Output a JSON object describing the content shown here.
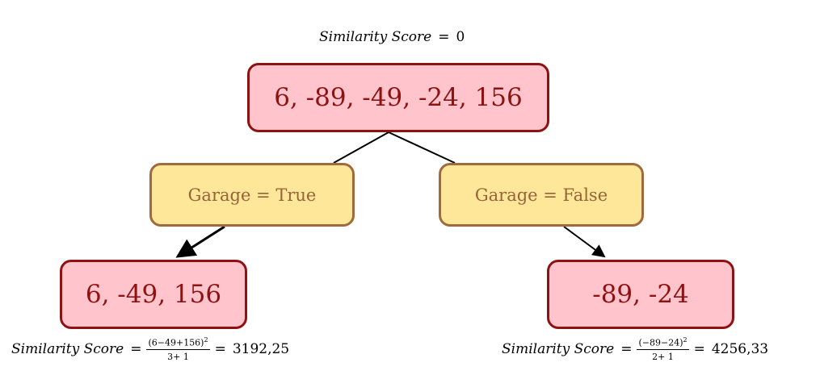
{
  "top_score": {
    "label": "Similarity Score",
    "op": "=",
    "value": "0"
  },
  "root": {
    "values": "6, -89, -49, -24, 156"
  },
  "split_left": {
    "label": "Garage = True"
  },
  "split_right": {
    "label": "Garage = False"
  },
  "leaf_left": {
    "values": "6, -49, 156",
    "score": {
      "label": "Similarity Score",
      "op": "=",
      "numerator": "(6−49+156)",
      "exponent": "2",
      "denominator": "3+ 1",
      "op2": "=",
      "value": "3192,25"
    }
  },
  "leaf_right": {
    "values": "-89, -24",
    "score": {
      "label": "Similarity Score",
      "op": "=",
      "numerator": "(−89−24)",
      "exponent": "2",
      "denominator": "2+ 1",
      "op2": "=",
      "value": "4256,33"
    }
  },
  "colors": {
    "leaf_fill": "#ffc4cc",
    "leaf_border": "#8e1212",
    "split_fill": "#ffe79a",
    "split_border": "#a06a3e",
    "split_text": "#96623a"
  }
}
